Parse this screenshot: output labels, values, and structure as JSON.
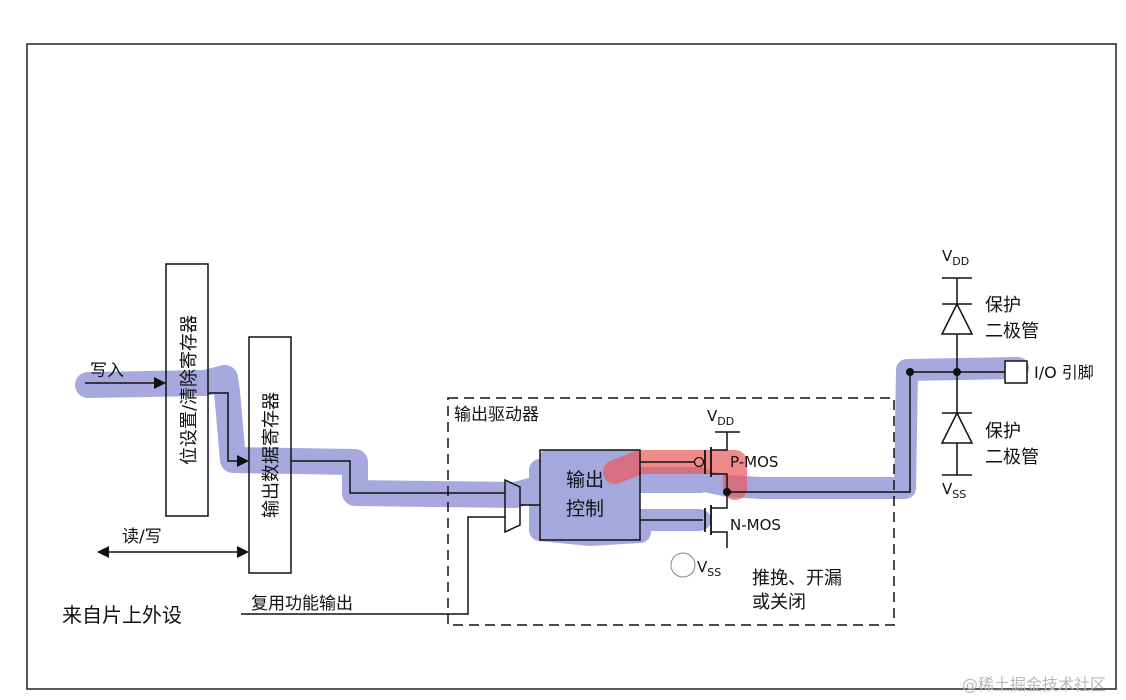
{
  "labels": {
    "write_in": "写入",
    "bit_set_clear_register": "位设置/清除寄存器",
    "output_data_register": "输出数据寄存器",
    "read_write": "读/写",
    "from_onchip_peripheral": "来自片上外设",
    "alt_function_output": "复用功能输出",
    "output_driver": "输出驱动器",
    "output_control": "输出控制",
    "vdd_main": "V",
    "vdd_main_sub": "DD",
    "pmos": "P-MOS",
    "nmos": "N-MOS",
    "vss_main": "V",
    "vss_main_sub": "SS",
    "push_pull_open_drain": "推挽、开漏",
    "or_off": "或关闭",
    "vdd_right": "V",
    "vdd_right_sub": "DD",
    "protect_diode": "保护",
    "protect_diode_line2": "二极管",
    "io_pin": "I/O 引脚",
    "vss_right": "V",
    "vss_right_sub": "SS",
    "watermark": "@稀土掘金技术社区"
  },
  "colors": {
    "highlight_blue": "#6f73c9",
    "highlight_red": "#e8585a",
    "line": "#111111",
    "control_box_fill": "#a7a9e2"
  }
}
